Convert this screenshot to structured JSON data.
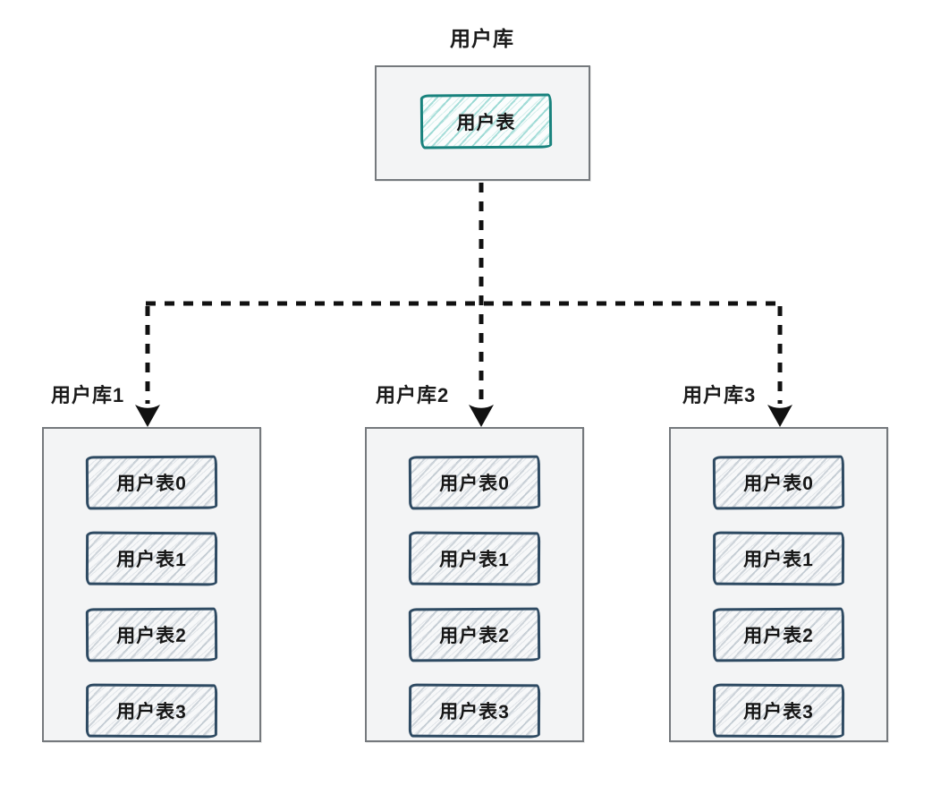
{
  "root_db": {
    "title": "用户库",
    "table": "用户表"
  },
  "shards": [
    {
      "label": "用户库1",
      "tables": [
        "用户表0",
        "用户表1",
        "用户表2",
        "用户表3"
      ]
    },
    {
      "label": "用户库2",
      "tables": [
        "用户表0",
        "用户表1",
        "用户表2",
        "用户表3"
      ]
    },
    {
      "label": "用户库3",
      "tables": [
        "用户表0",
        "用户表1",
        "用户表2",
        "用户表3"
      ]
    }
  ],
  "colors": {
    "root_table_border": "#18827d",
    "root_table_hatch": "#8fd4cd",
    "shard_table_border": "#2e4a62",
    "shard_table_hatch": "#b9c6cf",
    "container_border": "#75797d",
    "container_fill": "#f3f4f5",
    "connector": "#111111",
    "text": "#1b1b1b"
  }
}
